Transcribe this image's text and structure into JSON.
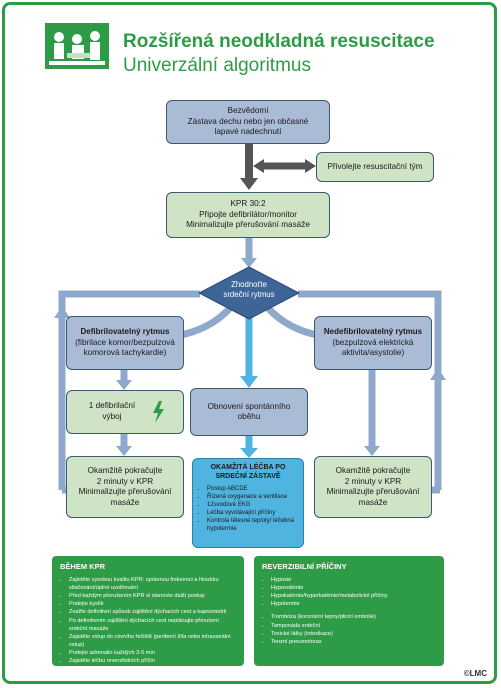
{
  "header": {
    "title": "Rozšířená neodkladná resuscitace",
    "subtitle": "Univerzální algoritmus"
  },
  "flow": {
    "start": [
      "Bezvědomí",
      "Zástava dechu nebo jen občasné",
      "lapavé nadechnutí"
    ],
    "call_team": "Přivolejte resuscitační tým",
    "cpr": [
      "KPR 30:2",
      "Připojte defibrilátor/monitor",
      "Minimalizujte přerušování masáže"
    ],
    "assess": [
      "Zhodnoťte",
      "srdeční rytmus"
    ],
    "shockable": {
      "title": "Defibrilovatelný rytmus",
      "lines": [
        "(fibrilace komor/bezpulzová",
        "komorová tachykardie)"
      ]
    },
    "nonshockable": {
      "title": "Nedefibrilovatelný rytmus",
      "lines": [
        "(bezpulzová elektrická",
        "aktivita/asystolie)"
      ]
    },
    "shock": [
      "1 defibrilační",
      "výboj"
    ],
    "rosc": [
      "Obnovení spontánního",
      "oběhu"
    ],
    "resume_left": [
      "Okamžitě pokračujte",
      "2 minuty v KPR",
      "Minimalizujte přerušování",
      "masáže"
    ],
    "resume_right": [
      "Okamžitě pokračujte",
      "2 minuty v KPR",
      "Minimalizujte přerušování",
      "masáže"
    ],
    "post_care": {
      "title": [
        "OKAMŽITÁ LÉČBA PO",
        "SRDEČNÍ ZÁSTAVĚ"
      ],
      "items": [
        "Postup ABCDE",
        "Řízená oxygenace a ventilace",
        "12svodové EKG",
        "Léčba vyvolávající příčiny",
        "Kontrola tělesné teploty/ léčebná hypotermie"
      ]
    }
  },
  "during_cpr": {
    "title": "BĚHEM KPR",
    "items": [
      "Zajistěte vysokou kvalitu KPR: správnou frekvenci a hloubku stlačování/úplné uvolňování",
      "Před každým přerušením KPR si stanovte další postup",
      "Podejte kyslík",
      "Zvažte definitivní způsob zajištění dýchacích cest a kapnometrii",
      "Po definitivním zajištění dýchacích cest neplánujte přerušení srdeční masáže",
      "Zajistěte vstup do cévního řečiště (periferní žíla nebo intraoseální vstup)",
      "Podejte adrenalin každých 3-5 min",
      "Zajistěte léčbu reverzibilních příčin"
    ]
  },
  "reversible_causes": {
    "title": "REVERZIBILNÍ PŘÍČINY",
    "items_h": [
      "Hypoxie",
      "Hypovolémie",
      "Hypokalémie/hyperkalémie/metabolické příčiny",
      "Hypotermie"
    ],
    "items_t": [
      "Trombóza (koronární tepny/plicní embolie)",
      "Tamponáda srdeční",
      "Toxické látky (intoxikace)",
      "Tenzní pneumotorax"
    ]
  },
  "copyright": "©LMC",
  "colors": {
    "green": "#2e9b47",
    "blue_box": "#aabbd6",
    "green_box": "#cfe3c6",
    "cyan_box": "#4fb4e0",
    "arrow": "#8fa9cd",
    "dark_arrow": "#555555"
  }
}
